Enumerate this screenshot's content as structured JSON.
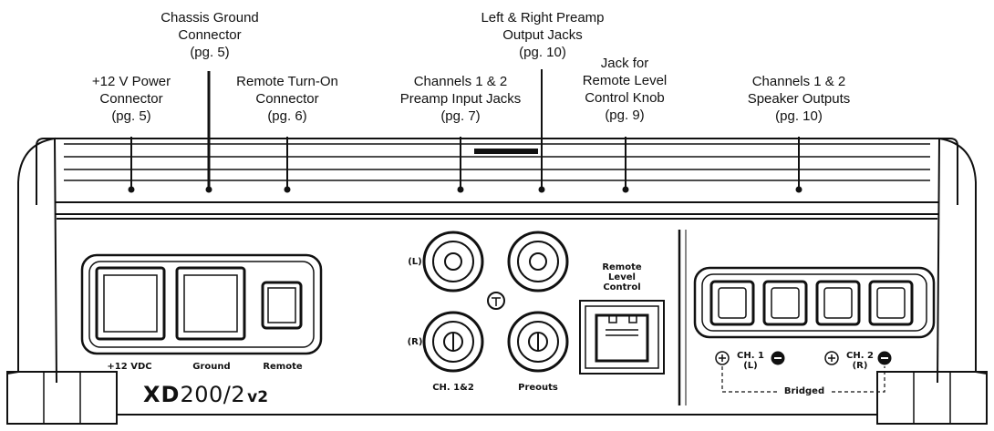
{
  "callouts": {
    "power": "+12 V Power\nConnector\n(pg. 5)",
    "ground": "Chassis Ground\nConnector\n(pg. 5)",
    "remote": "Remote Turn-On\nConnector\n(pg. 6)",
    "inputs": "Channels 1 & 2\nPreamp Input Jacks\n(pg. 7)",
    "preamp_out": "Left & Right Preamp\nOutput Jacks\n(pg. 10)",
    "rlc_jack": "Jack for\nRemote Level\nControl Knob\n(pg. 9)",
    "speaker": "Channels 1 & 2\nSpeaker Outputs\n(pg. 10)"
  },
  "panel_labels": {
    "vdc": "+12 VDC",
    "ground": "Ground",
    "remote": "Remote",
    "left": "(L)",
    "right": "(R)",
    "ch12": "CH. 1&2",
    "preouts": "Preouts",
    "rlc": "Remote\nLevel\nControl",
    "ch1": "CH. 1\n(L)",
    "ch2": "CH. 2\n(R)",
    "bridged": "Bridged",
    "model_xd": "XD",
    "model_num": "200/2",
    "model_v2": "v2"
  }
}
